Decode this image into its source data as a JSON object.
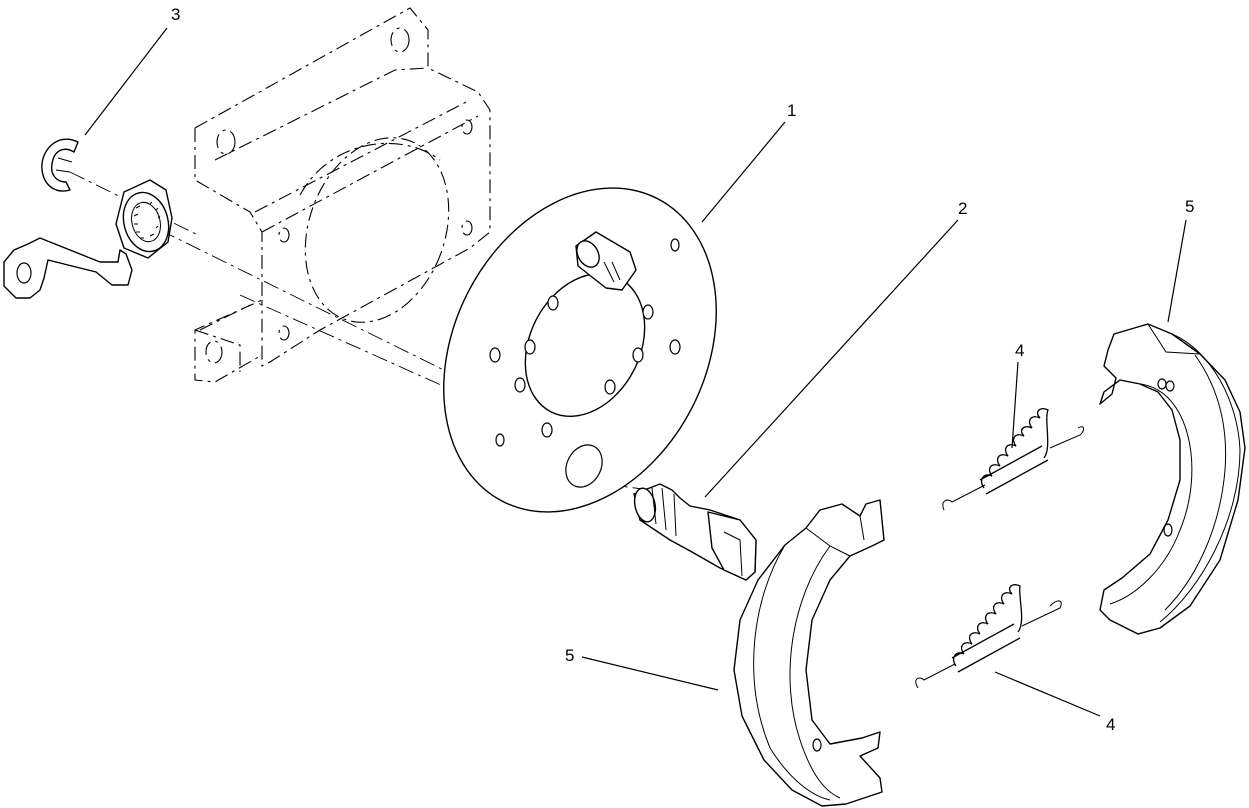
{
  "callouts": {
    "c1": "1",
    "c2": "2",
    "c3": "3",
    "c4a": "4",
    "c4b": "4",
    "c5a": "5",
    "c5b": "5"
  }
}
